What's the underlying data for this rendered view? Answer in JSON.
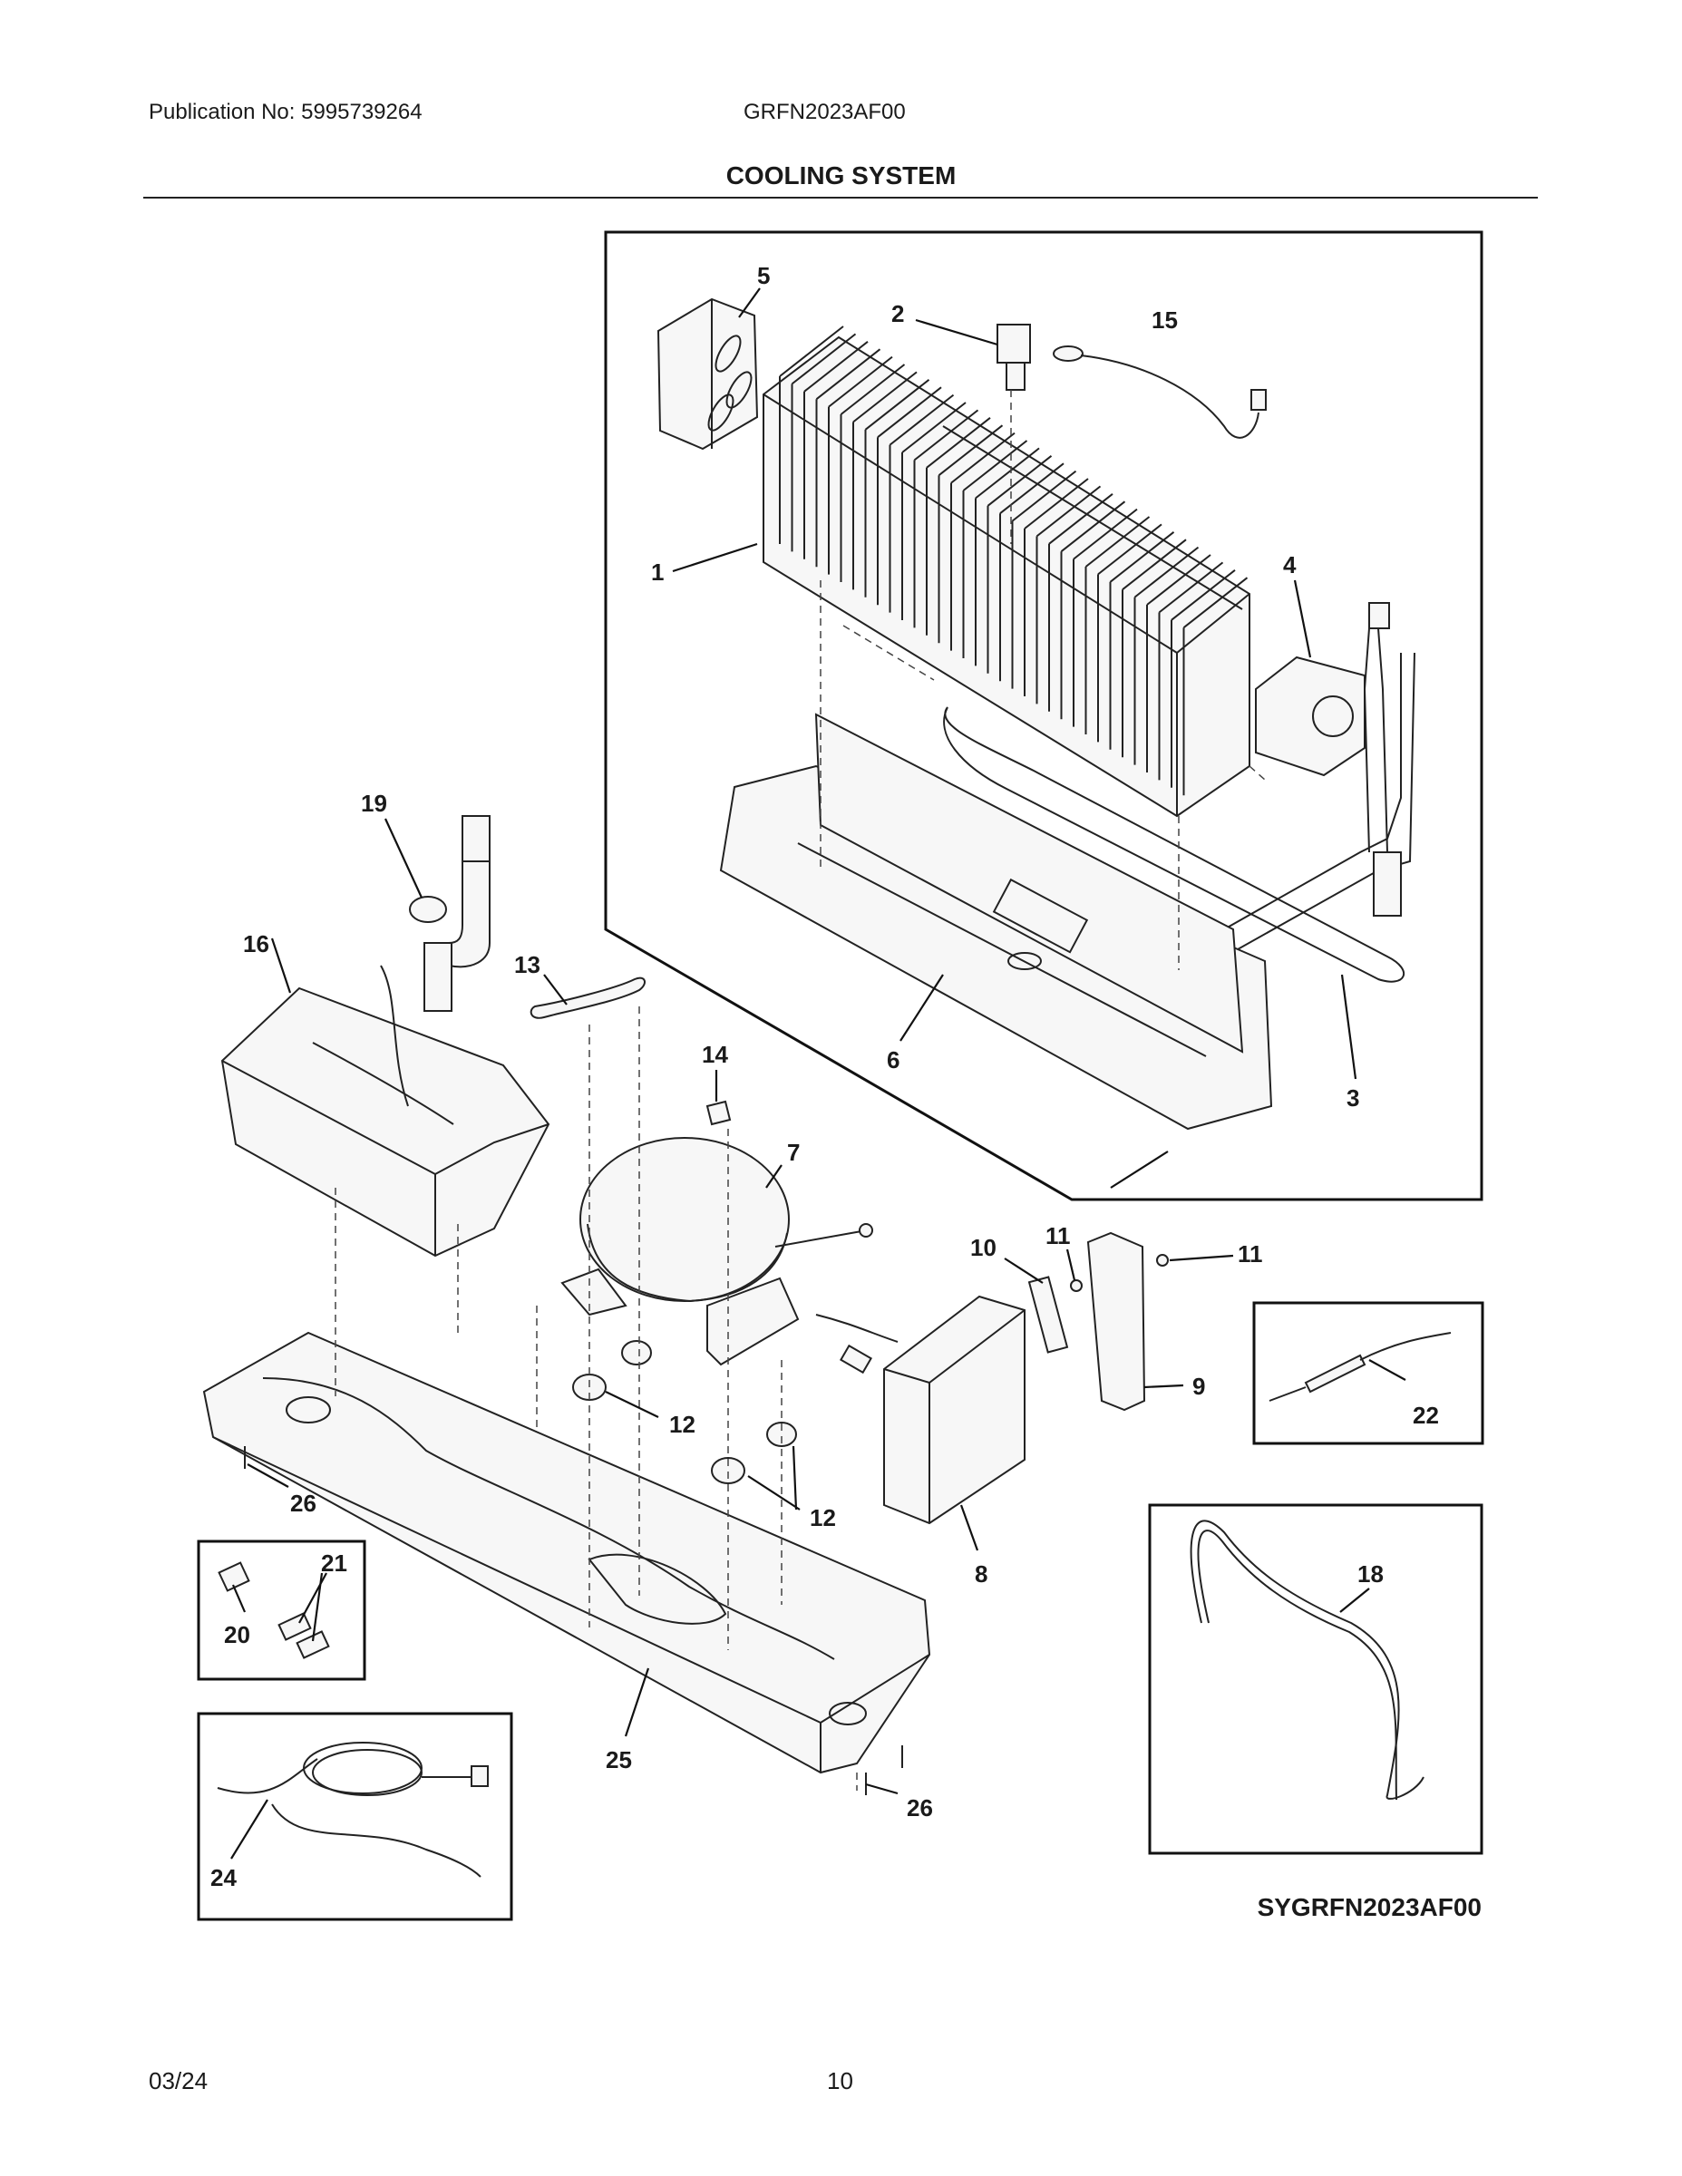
{
  "header": {
    "publication": "Publication No: 5995739264",
    "model": "GRFN2023AF00",
    "title": "COOLING SYSTEM"
  },
  "callouts": {
    "c1": "1",
    "c2": "2",
    "c3": "3",
    "c4": "4",
    "c5": "5",
    "c6": "6",
    "c7": "7",
    "c8": "8",
    "c9": "9",
    "c10": "10",
    "c11a": "11",
    "c11b": "11",
    "c12a": "12",
    "c12b": "12",
    "c13": "13",
    "c14": "14",
    "c15": "15",
    "c16": "16",
    "c18": "18",
    "c19": "19",
    "c20": "20",
    "c21": "21",
    "c22": "22",
    "c24": "24",
    "c25": "25",
    "c26a": "26",
    "c26b": "26"
  },
  "diagram_code": "SYGRFN2023AF00",
  "footer": {
    "date": "03/24",
    "page": "10"
  }
}
